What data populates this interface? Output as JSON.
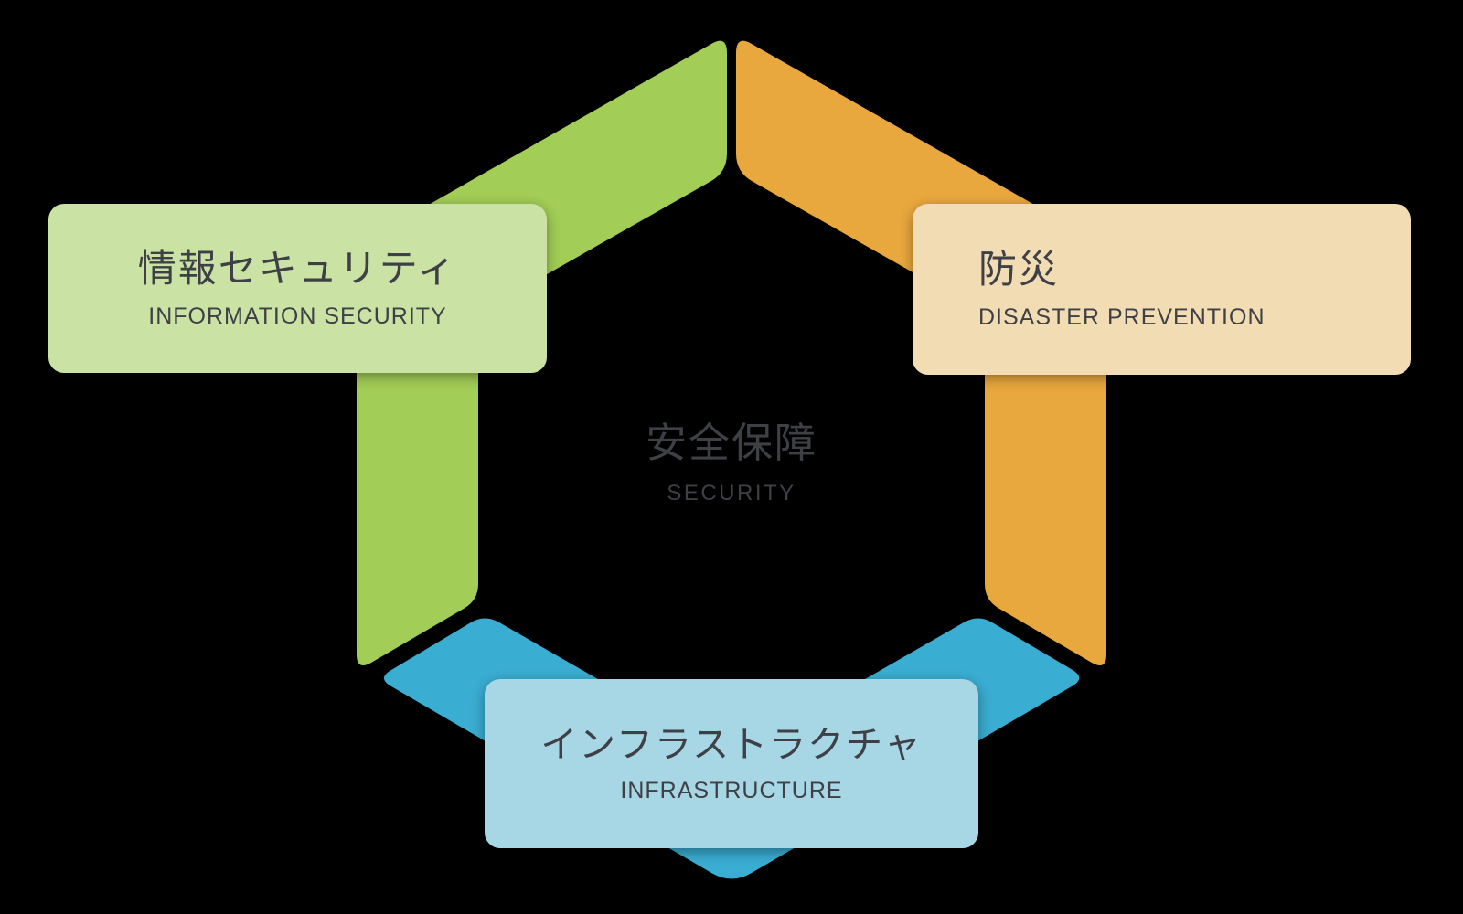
{
  "canvas": {
    "background": "#000000",
    "text_color": "#3e4045"
  },
  "center": {
    "label_jp": "安全保障",
    "label_en": "SECURITY"
  },
  "nodes": [
    {
      "id": "information-security",
      "label_jp": "情報セキュリティ",
      "label_en": "INFORMATION SECURITY",
      "box_color": "#cae3a4",
      "arrow_color": "#a2cd56"
    },
    {
      "id": "disaster-prevention",
      "label_jp": "防災",
      "label_en": "DISASTER PREVENTION",
      "box_color": "#f2dcb3",
      "arrow_color": "#e9a83e"
    },
    {
      "id": "infrastructure",
      "label_jp": "インフラストラクチャ",
      "label_en": "INFRASTRUCTURE",
      "box_color": "#a7d6e4",
      "arrow_color": "#3aadd2"
    }
  ]
}
